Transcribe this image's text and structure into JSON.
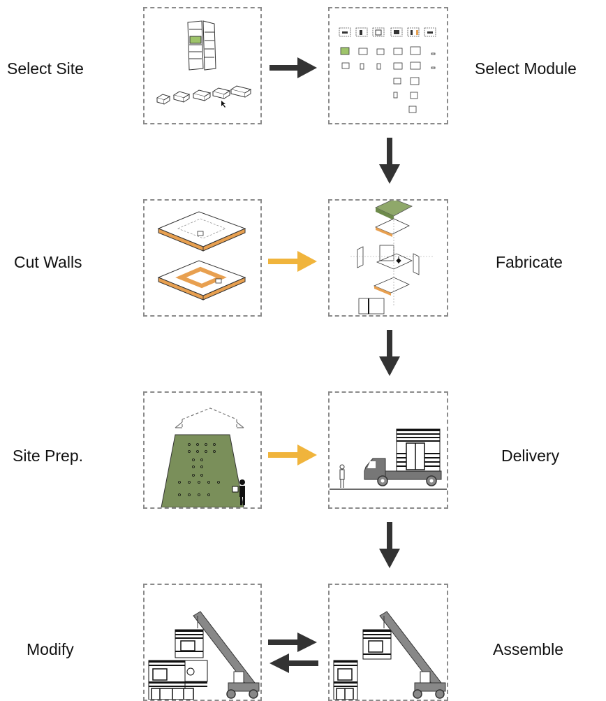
{
  "steps": {
    "select_site": "Select Site",
    "select_module": "Select Module",
    "cut_walls": "Cut Walls",
    "fabricate": "Fabricate",
    "site_prep": "Site Prep.",
    "delivery": "Delivery",
    "modify": "Modify",
    "assemble": "Assemble"
  },
  "colors": {
    "dark_arrow": "#333333",
    "orange_arrow": "#f0b43c",
    "ground_green": "#7a8f5a",
    "wall_orange": "#e8a050",
    "module_green": "#9ec46a"
  }
}
